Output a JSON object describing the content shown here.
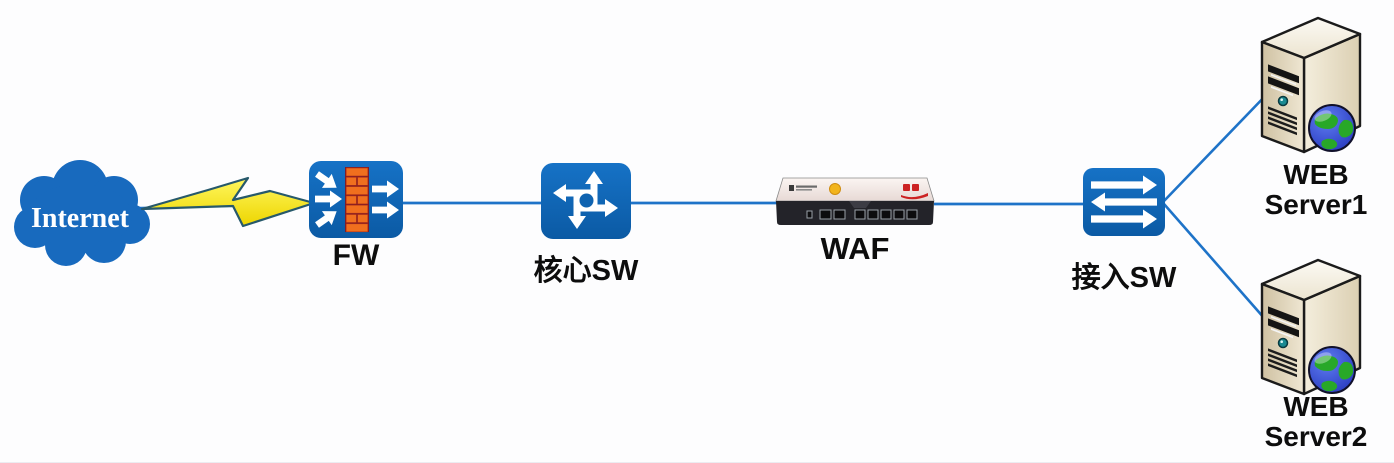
{
  "nodes": {
    "internet": {
      "label": "Internet",
      "type": "internet-cloud"
    },
    "firewall": {
      "label": "FW",
      "type": "firewall"
    },
    "core_switch": {
      "label": "核心SW",
      "type": "layer3-core-switch"
    },
    "waf": {
      "label": "WAF",
      "type": "waf-appliance"
    },
    "access_switch": {
      "label": "接入SW",
      "type": "layer2-access-switch"
    },
    "web_server1": {
      "label": "WEB Server1",
      "label_line1": "WEB",
      "label_line2": "Server1",
      "type": "web-server"
    },
    "web_server2": {
      "label": "WEB Server2",
      "label_line1": "WEB",
      "label_line2": "Server2",
      "type": "web-server"
    }
  },
  "connections": [
    {
      "from": "internet",
      "to": "firewall",
      "style": "lightning-link"
    },
    {
      "from": "firewall",
      "to": "core_switch",
      "style": "line"
    },
    {
      "from": "core_switch",
      "to": "waf",
      "style": "line"
    },
    {
      "from": "waf",
      "to": "access_switch",
      "style": "line"
    },
    {
      "from": "access_switch",
      "to": "web_server1",
      "style": "line"
    },
    {
      "from": "access_switch",
      "to": "web_server2",
      "style": "line"
    }
  ],
  "icons": {
    "internet": "cloud-icon",
    "link_burst": "lightning-icon",
    "firewall": "firewall-brick-wall-arrows-icon",
    "core_switch": "switch-pinwheel-arrows-icon",
    "waf": "rack-appliance-icon",
    "access_switch": "switch-three-arrows-icon",
    "web_server": "server-tower-globe-icon"
  },
  "colors": {
    "node_blue": "#0f63b0",
    "link_blue": "#1e73c8",
    "lightning_yellow": "#f8e800",
    "lightning_outline": "#27596b",
    "brick_orange": "#f06f1e",
    "brick_mortar": "#7d1b28",
    "server_beige": "#d6c9ab",
    "waf_panel": "#f2e7e4",
    "waf_front": "#232329",
    "waf_logo_red": "#cc2222",
    "waf_dot_yellow": "#f2b41c",
    "globe_blue": "#3355e0",
    "globe_green": "#28a828",
    "label_color": "#0d0d0d",
    "background": "#fdfdfe"
  }
}
